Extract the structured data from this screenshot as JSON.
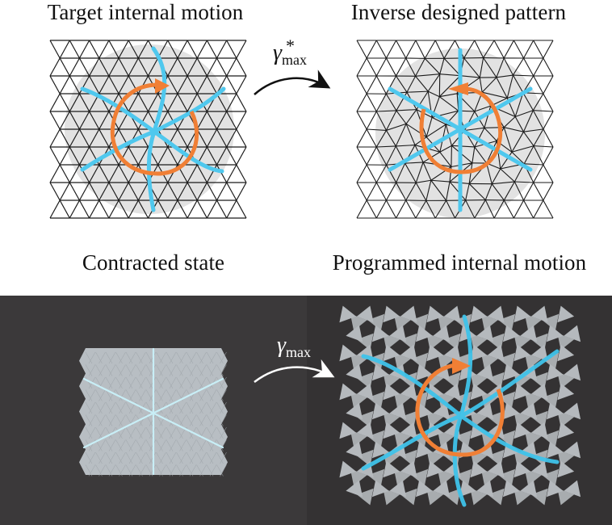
{
  "panels": {
    "top_left": {
      "title": "Target internal motion",
      "grid": "regular triangular lattice",
      "overlay": "spiral cyan lines with orange rotation arrow (clockwise)"
    },
    "top_right": {
      "title": "Inverse designed pattern",
      "grid": "distorted triangular lattice",
      "overlay": "straight cyan star lines with orange rotation arrow (counter-clockwise)"
    },
    "bottom_left": {
      "title": "Contracted state",
      "overlay": "straight light cyan star lines on contracted sheet"
    },
    "bottom_right": {
      "title": "Programmed internal motion",
      "overlay": "spiral cyan lines with orange rotation arrow on expanded sheet"
    }
  },
  "arrows": {
    "top": {
      "symbol": "γ",
      "sub": "max",
      "sup": "*"
    },
    "bottom": {
      "symbol": "γ",
      "sub": "max"
    }
  },
  "colors": {
    "cyan": "#4fc8ee",
    "orange": "#f07f35",
    "photo_bg": "#3a3839",
    "sheet": "#b9bfc4",
    "grid_line": "#1a1a1a",
    "disk": "#e2e2e2"
  }
}
